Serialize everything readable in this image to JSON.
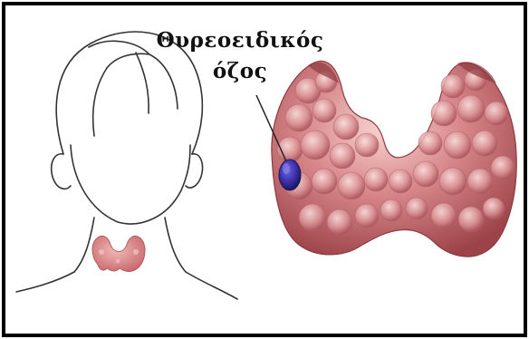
{
  "label": {
    "line1": "Θυρεοειδικός",
    "line2": "όζος"
  },
  "colors": {
    "frame": "#000000",
    "thyroid": "#c96a6f",
    "thyroid_highlight": "#efc2c0",
    "thyroid_shadow": "#8f3a40",
    "nodule": "#3a2fa8",
    "outline": "#333333"
  },
  "icons": {
    "head": "head-outline-illustration",
    "small_thyroid": "small-thyroid-illustration",
    "large_thyroid": "thyroid-gland-illustration",
    "nodule": "nodule-marker"
  }
}
